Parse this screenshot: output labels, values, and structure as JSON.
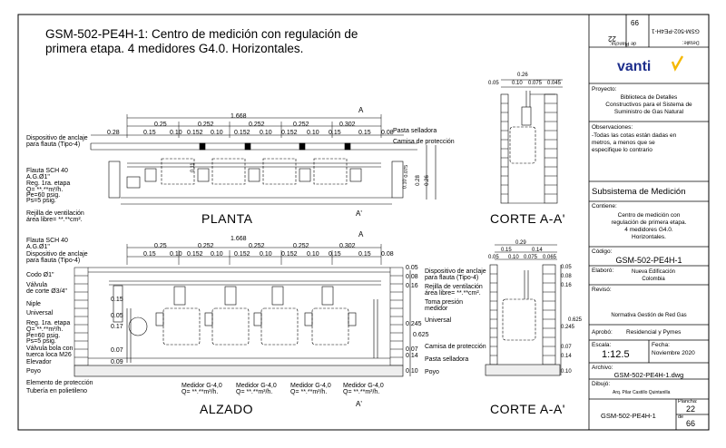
{
  "title": "GSM-502-PE4H-1: Centro de medición con regulación de primera etapa.  4 medidores G4.0. Horizontales.",
  "views": {
    "planta": "PLANTA",
    "alzado": "ALZADO",
    "corte_top": "CORTE A-A'",
    "corte_bottom": "CORTE A-A'",
    "section_a": "A",
    "section_a_prime": "A'"
  },
  "planta": {
    "total": "1.668",
    "top_dims": [
      "0.25",
      "0.252",
      "0.252",
      "0.252",
      "0.302"
    ],
    "bottom_dims": [
      "0.28",
      "0.15",
      "0.10",
      "0.152",
      "0.10",
      "0.152",
      "0.10",
      "0.152",
      "0.10",
      "0.15",
      "0.15",
      "0.08"
    ],
    "notes_left": [
      "Dispositivo de anclaje",
      "para flauta (Tipo-4)",
      "Flauta SCH 40",
      "A.G.Ø1\"",
      "Reg. 1ra. etapa",
      "Q= **.**m³/h.",
      "Pe=60 psig.",
      "Ps=5 psig.",
      "Rejilla de ventilación",
      "área libre= **.**cm².",
      "0.11"
    ],
    "notes_right": [
      "Pasta selladora",
      "Camisa de protección"
    ],
    "vert_dims": [
      "0.075",
      "0.10",
      "0.28",
      "0.26"
    ]
  },
  "alzado": {
    "total": "1.668",
    "top_dims": [
      "0.25",
      "0.252",
      "0.252",
      "0.252",
      "0.302"
    ],
    "bottom_dims": [
      "0.15",
      "0.10",
      "0.152",
      "0.10",
      "0.152",
      "0.10",
      "0.152",
      "0.10",
      "0.15",
      "0.15",
      "0.08"
    ],
    "notes_left": [
      "Flauta SCH 40",
      "A.G.Ø1\"",
      "Dispositivo de anclaje",
      "para flauta (Tipo-4)",
      "Codo Ø1\"",
      "Válvula",
      "de corte Ø3/4\"",
      "Niple",
      "Universal",
      "Reg. 1ra. etapa",
      "Q= **.**m³/h.",
      "Pe=60 psig.",
      "Ps=5 psig.",
      "Válvula bola con",
      "tuerca loca M26",
      "Elevador",
      "Poyo",
      "Elemento de protección",
      "Tubería en polietileno"
    ],
    "left_dims": [
      "0.15",
      "0.05",
      "0.17",
      "0.07",
      "0.09"
    ],
    "right_dims": [
      "0.05",
      "0.08",
      "0.16",
      "0.245",
      "0.625",
      "0.07",
      "0.14",
      "0.10"
    ],
    "meters": [
      {
        "label": "Medidor G-4,0",
        "q": "Q= **.**m³/h."
      },
      {
        "label": "Medidor G-4,0",
        "q": "Q= **.**m³/h."
      },
      {
        "label": "Medidor G-4,0",
        "q": "Q= **.**m³/h."
      },
      {
        "label": "Medidor G-4,0",
        "q": "Q= **.**m³/h."
      }
    ],
    "notes_right": [
      "Dispositivo de anclaje",
      "para flauta (Tipo-4)",
      "Rejilla de ventilación",
      "área libre= **.**cm².",
      "Toma presión",
      "medidor",
      "Universal",
      "Camisa de protección",
      "Pasta selladora",
      "Poyo"
    ]
  },
  "corte_top": {
    "top": "0.26",
    "dims": [
      "0.05",
      "0.10",
      "0.075",
      "0.045"
    ]
  },
  "corte_bottom": {
    "dims_top": [
      "0.29",
      "0.15",
      "0.14",
      "0.05",
      "0.10",
      "0.075",
      "0.065"
    ],
    "dims_right": [
      "0.05",
      "0.08",
      "0.16",
      "0.625",
      "0.245",
      "0.07",
      "0.14",
      "0.10"
    ]
  },
  "titleblock": {
    "rotated_sheet": "66",
    "rotated_plancha": "22",
    "rotated_code": "GSM-502-PE4H-1",
    "rotated_lbl_detalle": "Detalle:",
    "rotated_lbl_plancha": "Plancha:",
    "rotated_lbl_de": "de",
    "brand": "vanti",
    "proyecto_lbl": "Proyecto:",
    "proyecto": [
      "Biblioteca de Detalles",
      "Constructivos para el Sistema de",
      "Suministro de Gas Natural"
    ],
    "obs_lbl": "Observaciones:",
    "obs": [
      "-Todas las cotas están dadas en",
      "metros, a menos que se",
      "especifique lo contrario"
    ],
    "subsistema": "Subsistema de Medición",
    "contiene_lbl": "Contiene:",
    "contiene": [
      "Centro de medición con",
      "regulación de primera etapa.",
      "4 medidores G4.0.",
      "Horizontales."
    ],
    "codigo_lbl": "Código:",
    "codigo": "GSM-502-PE4H-1",
    "elaboro_lbl": "Elaboró:",
    "elaboro": [
      "Nueva Edificación",
      "Colombia"
    ],
    "reviso_lbl": "Revisó:",
    "reviso": "Normativa Gestión de Red Gas",
    "aprobo_lbl": "Aprobó:",
    "aprobo": "Residencial y Pymes",
    "escala_lbl": "Escala:",
    "escala": "1:12.5",
    "fecha_lbl": "Fecha:",
    "fecha": "Noviembre 2020",
    "archivo_lbl": "Archivo:",
    "archivo": "GSM-502-PE4H-1.dwg",
    "dibujo_lbl": "Dibujó:",
    "dibujo": "Arq. Pilar Castillo Quintanilla",
    "plancha_lbl": "Plancha:",
    "plancha": "22",
    "de_lbl": "de",
    "de": "66",
    "footer_code": "GSM-502-PE4H-1"
  }
}
